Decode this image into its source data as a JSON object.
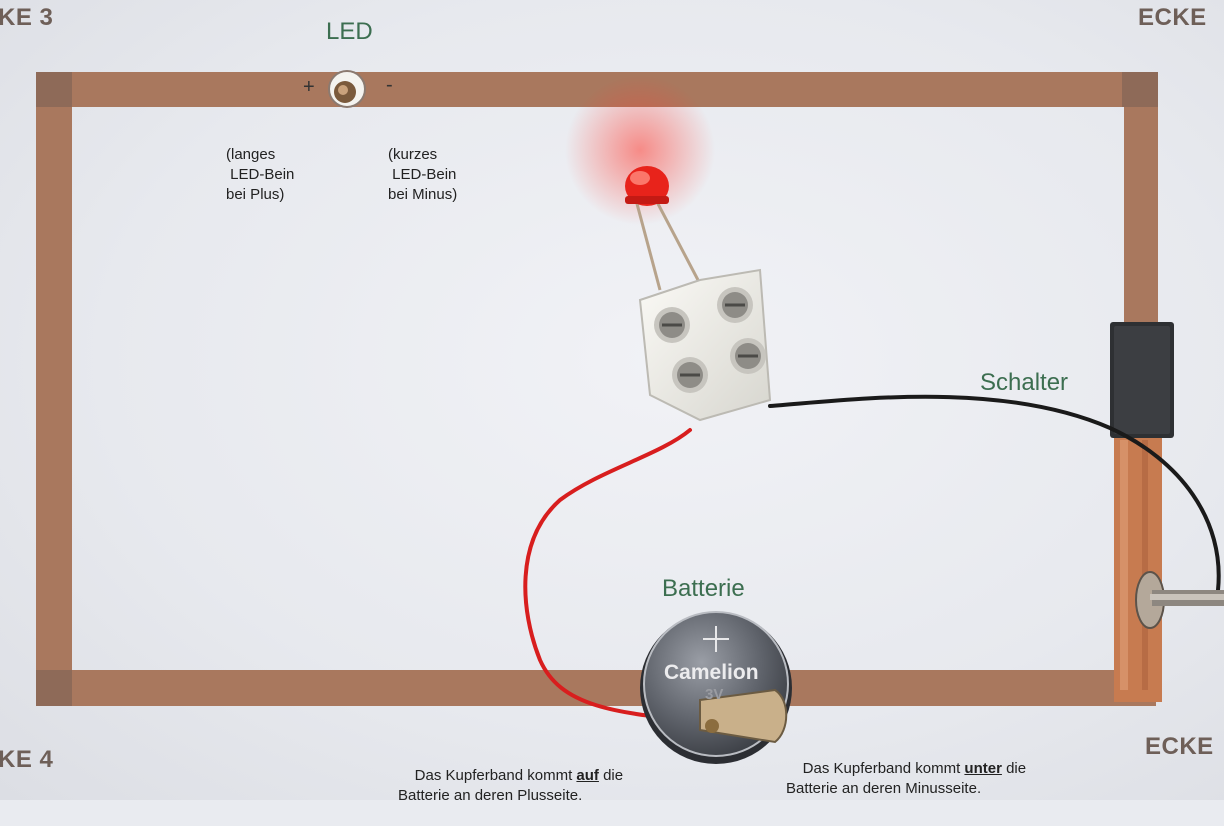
{
  "corners": {
    "top_left": "KE 3",
    "top_right": "ECKE",
    "bottom_left": "KE 4",
    "bottom_right": "ECKE"
  },
  "led": {
    "title": "LED",
    "plus": "+",
    "minus": "-",
    "long_leg_note": "(langes\n LED-Bein\nbei Plus)",
    "short_leg_note": "(kurzes\n LED-Bein\nbei Minus)"
  },
  "switch": {
    "title": "Schalter"
  },
  "battery": {
    "title": "Batterie",
    "brand": "Camelion",
    "plus_mark": "+",
    "voltage": "3V"
  },
  "notes": {
    "left_a": "Das Kupferband kommt ",
    "left_em": "auf",
    "left_b": " die\nBatterie an deren Plusseite.",
    "right_a": "Das Kupferband kommt ",
    "right_em": "unter",
    "right_b": " die\nBatterie an deren Minusseite."
  },
  "colors": {
    "copper": "#a9785e",
    "label_green": "#3c6e50",
    "led_red": "#e8231b",
    "wire_red": "#d81e1e",
    "wire_black": "#1a1a1a"
  }
}
